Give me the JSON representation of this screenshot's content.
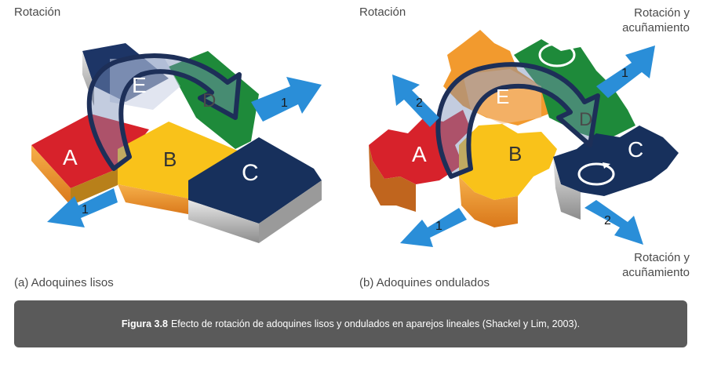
{
  "labels": {
    "left_title": "Rotación",
    "right_title": "Rotación",
    "top_right_l1": "Rotación y",
    "top_right_l2": "acuñamiento",
    "bottom_right_l1": "Rotación y",
    "bottom_right_l2": "acuñamiento",
    "left_subtitle": "(a) Adoquines lisos",
    "right_subtitle": "(b) Adoquines ondulados"
  },
  "blocks_left": {
    "a": "A",
    "b": "B",
    "c": "C",
    "d": "D",
    "e": "E"
  },
  "blocks_right": {
    "a": "A",
    "b": "B",
    "c": "C",
    "d": "D",
    "e": "E"
  },
  "arrows_left": {
    "up": "1",
    "down": "1"
  },
  "arrows_right": {
    "up_left": "2",
    "up_right": "1",
    "down_left": "1",
    "down_right": "2"
  },
  "caption": {
    "figure": "Figura 3.8",
    "text": "Efecto de rotación de adoquines lisos y ondulados en aparejos lineales (Shackel y Lim, 2003)."
  },
  "colors": {
    "red": "#d7222b",
    "orange": "#f29a2e",
    "yellow": "#f9c21a",
    "green": "#1e8a3a",
    "navy": "#17305c",
    "blue_arrow": "#2a8ed8"
  }
}
